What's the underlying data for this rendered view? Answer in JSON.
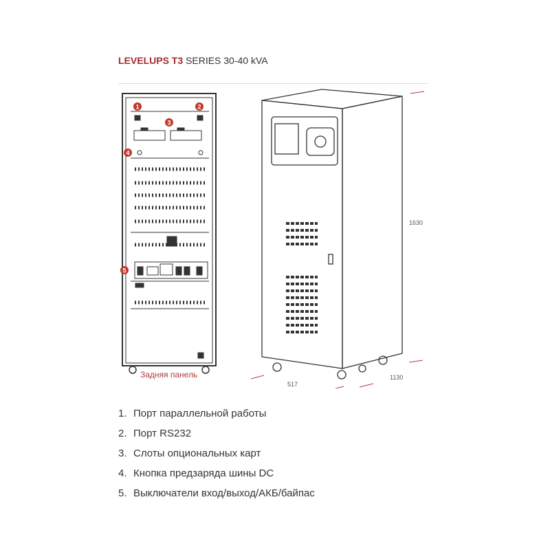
{
  "header": {
    "brand": "LEVELUPS T3",
    "series": "SERIES 30-40 kVA"
  },
  "figure": {
    "rear_caption": "Задняя панель",
    "markers": [
      "1",
      "2",
      "3",
      "4",
      "5"
    ],
    "dimensions": {
      "height": "1630",
      "width": "517",
      "depth": "1130"
    },
    "accent_color": "#c0392b"
  },
  "features": [
    {
      "num": "1.",
      "text": "Порт параллельной работы"
    },
    {
      "num": "2.",
      "text": "Порт RS232"
    },
    {
      "num": "3.",
      "text": "Слоты опциональных карт"
    },
    {
      "num": "4.",
      "text": "Кнопка предзаряда шины DC"
    },
    {
      "num": "5.",
      "text": "Выключатели вход/выход/АКБ/байпас"
    }
  ]
}
